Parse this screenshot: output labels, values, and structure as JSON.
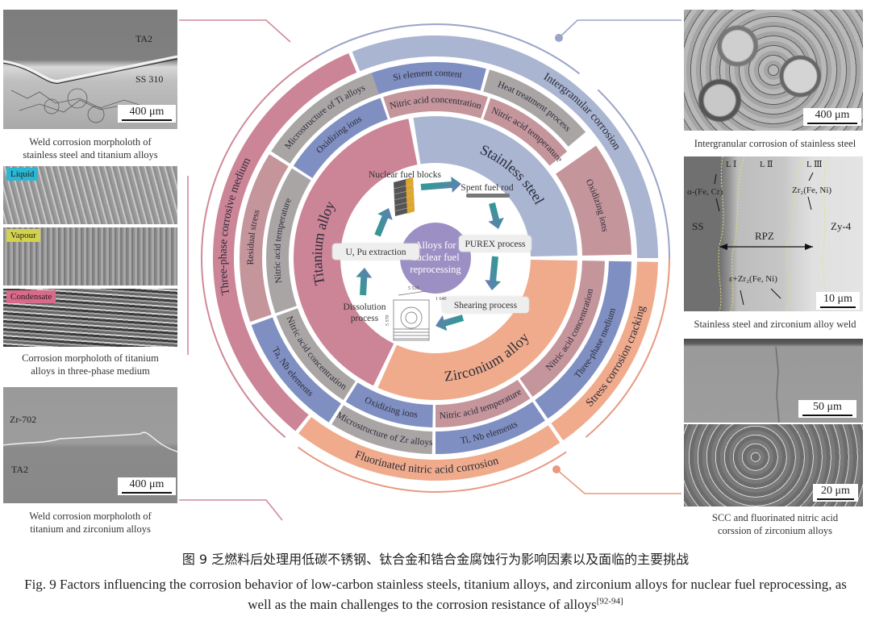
{
  "center": {
    "title_lines": [
      "Alloys for",
      "nuclear fuel",
      "reprocessing"
    ],
    "cycle_steps": [
      {
        "id": "fuel_blocks",
        "label": "Nuclear fuel blocks"
      },
      {
        "id": "spent_rod",
        "label": "Spent fuel rod"
      },
      {
        "id": "purex",
        "label": "PUREX process"
      },
      {
        "id": "shearing",
        "label": "Shearing process"
      },
      {
        "id": "dissolution",
        "label_lines": [
          "Dissolution",
          "process"
        ]
      },
      {
        "id": "extraction",
        "label": "U, Pu extraction"
      }
    ],
    "drawing_dims": [
      "5 530",
      "1 640",
      "5 570"
    ]
  },
  "alloys": [
    {
      "name": "Stainless steel",
      "color": "#a9b5d1"
    },
    {
      "name": "Zirconium alloy",
      "color": "#efab8b"
    },
    {
      "name": "Titanium alloy",
      "color": "#cc8497"
    }
  ],
  "factors": {
    "stainless_steel": [
      {
        "label": "Nitric acid concentration",
        "color": "#c4959b"
      },
      {
        "label": "Nitric acid temperature",
        "color": "#c4959b"
      },
      {
        "label": "Si element content",
        "color": "#7f8fc1"
      },
      {
        "label": "Heat treatment process",
        "color": "#aaa5a5"
      },
      {
        "label": "Oxidizing ions",
        "color": "#c4959b"
      }
    ],
    "zirconium_alloy": [
      {
        "label": "Nitric acid concentration",
        "color": "#c4959b"
      },
      {
        "label": "Three-phase medium",
        "color": "#7f8fc1"
      },
      {
        "label": "Nitric acid temperature",
        "color": "#c4959b"
      },
      {
        "label": "Ti, Nb elements",
        "color": "#7f8fc1"
      },
      {
        "label": "Oxidizing ions",
        "color": "#7f8fc1"
      },
      {
        "label": "Microstructure of Zr alloys",
        "color": "#aaa5a5"
      }
    ],
    "titanium_alloy": [
      {
        "label": "Nitric acid concentration",
        "color": "#aaa5a5"
      },
      {
        "label": "Ta, Nb elements",
        "color": "#7f8fc1"
      },
      {
        "label": "Nitric acid temperature",
        "color": "#aaa5a5"
      },
      {
        "label": "Residual stress",
        "color": "#c4959b"
      },
      {
        "label": "Oxidizing ions",
        "color": "#7f8fc1"
      },
      {
        "label": "Microstructure of Ti alloys",
        "color": "#aaa5a5"
      }
    ]
  },
  "challenges": [
    {
      "label": "Intergranular corrosion",
      "color": "#a9b5d1",
      "line_color": "#9aa4c8"
    },
    {
      "label": "Stress corrosion cracking",
      "color": "#efab8b",
      "line_color": "#e79a80"
    },
    {
      "label": "Fluorinated nitric acid corrosion",
      "color": "#efab8b",
      "line_color": "#e79a80"
    },
    {
      "label": "Three-phase corrosive medium",
      "color": "#cc8497",
      "line_color": "#cf8a98"
    }
  ],
  "panels": {
    "left_top": {
      "labels": [
        "TA2",
        "SS 310"
      ],
      "scale": "400 μm",
      "caption_lines": [
        "Weld corrosion morpholoth of",
        "stainless steel and titanium alloys"
      ]
    },
    "left_mid": {
      "tags": [
        {
          "text": "Liquid",
          "color": "#2bb6d3"
        },
        {
          "text": "Vapour",
          "color": "#d3d24c"
        },
        {
          "text": "Condensate",
          "color": "#d96a8c"
        }
      ],
      "caption_lines": [
        "Corrosion morpholoth of titanium",
        "alloys in three-phase medium"
      ]
    },
    "left_bottom": {
      "labels": [
        "Zr-702",
        "TA2"
      ],
      "scale": "400 μm",
      "caption_lines": [
        "Weld corrosion morpholoth of",
        "titanium and zirconium alloys"
      ]
    },
    "right_top": {
      "scale": "400 μm",
      "caption_lines": [
        "Intergranular corrosion of stainless steel"
      ]
    },
    "right_mid": {
      "labels": [
        "L Ⅰ",
        "L Ⅱ",
        "L Ⅲ",
        "α-(Fe, Cr)",
        "Zr₂(Fe, Ni)",
        "SS",
        "RPZ",
        "Zy-4",
        "ε+Zr₂(Fe, Ni)"
      ],
      "scale": "10 μm",
      "caption_lines": [
        "Stainless steel and zirconium alloy weld"
      ]
    },
    "right_bottom": {
      "scales": [
        "50 μm",
        "20 μm"
      ],
      "caption_lines": [
        "SCC and fluorinated nitric acid",
        "corssion of zirconium alloys"
      ]
    }
  },
  "caption": {
    "cn": "图 9   乏燃料后处理用低碳不锈钢、钛合金和锆合金腐蚀行为影响因素以及面临的主要挑战",
    "en_main": "Fig. 9   Factors influencing the corrosion behavior of low-carbon stainless steels, titanium alloys, and zirconium alloys for nuclear fuel reprocessing, as well as the main challenges to the corrosion resistance of alloys",
    "en_ref": "[92-94]"
  }
}
